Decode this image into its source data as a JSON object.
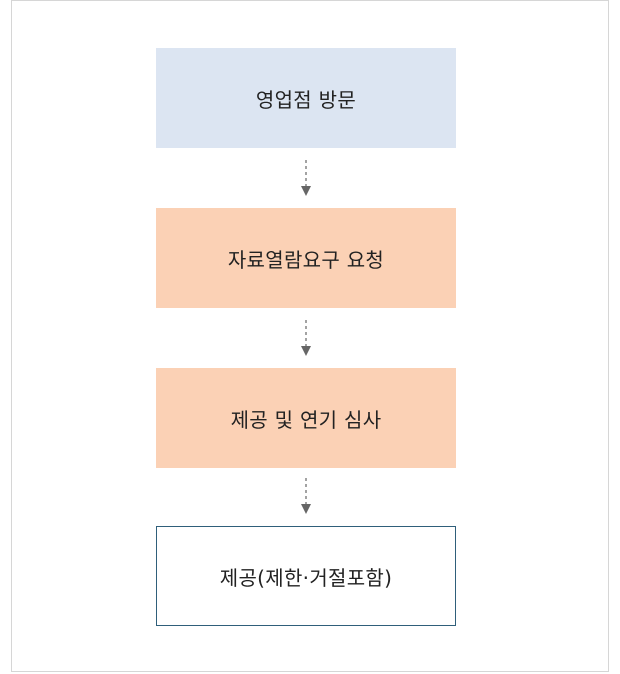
{
  "flow": {
    "steps": [
      {
        "label": "영업점 방문"
      },
      {
        "label": "자료열람요구 요청"
      },
      {
        "label": "제공 및 연기 심사"
      },
      {
        "label": "제공(제한·거절포함)"
      }
    ]
  },
  "colors": {
    "step_visit": "#dce5f2",
    "step_process": "#fbd1b5",
    "step_result_border": "#2f5f7a",
    "arrow": "#666666",
    "frame_border": "#d6d6d6"
  }
}
